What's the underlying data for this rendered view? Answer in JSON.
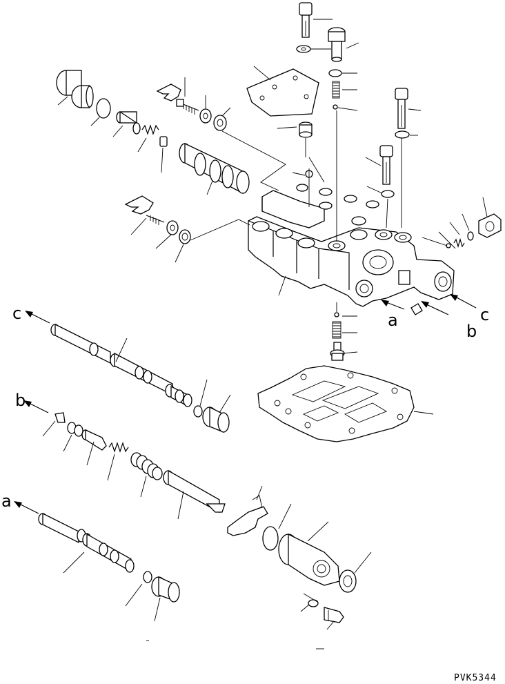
{
  "diagram": {
    "callouts": {
      "a": "a",
      "b": "b",
      "c": "c"
    },
    "drawing_code": "PVK5344"
  }
}
